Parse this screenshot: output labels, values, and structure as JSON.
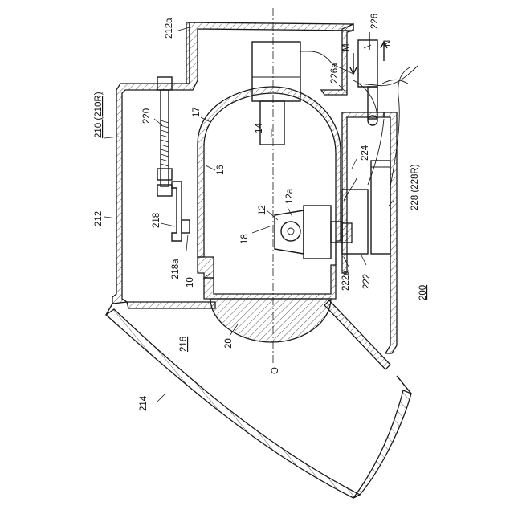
{
  "labels": {
    "l212a": "212a",
    "l226": "226",
    "l226a": "226a",
    "lN": "N",
    "lM": "M",
    "l210": "210 (210R)",
    "l220": "220",
    "l17": "17",
    "l14": "14",
    "l212": "212",
    "l16": "16",
    "l224": "224",
    "l218": "218",
    "l12a": "12a",
    "l12": "12",
    "l18": "18",
    "l228": "228 (228R)",
    "l218a": "218a",
    "l10": "10",
    "l222a": "222a",
    "l222": "222",
    "l200": "200",
    "l216": "216",
    "l20": "20",
    "lO": "O",
    "l214": "214"
  }
}
